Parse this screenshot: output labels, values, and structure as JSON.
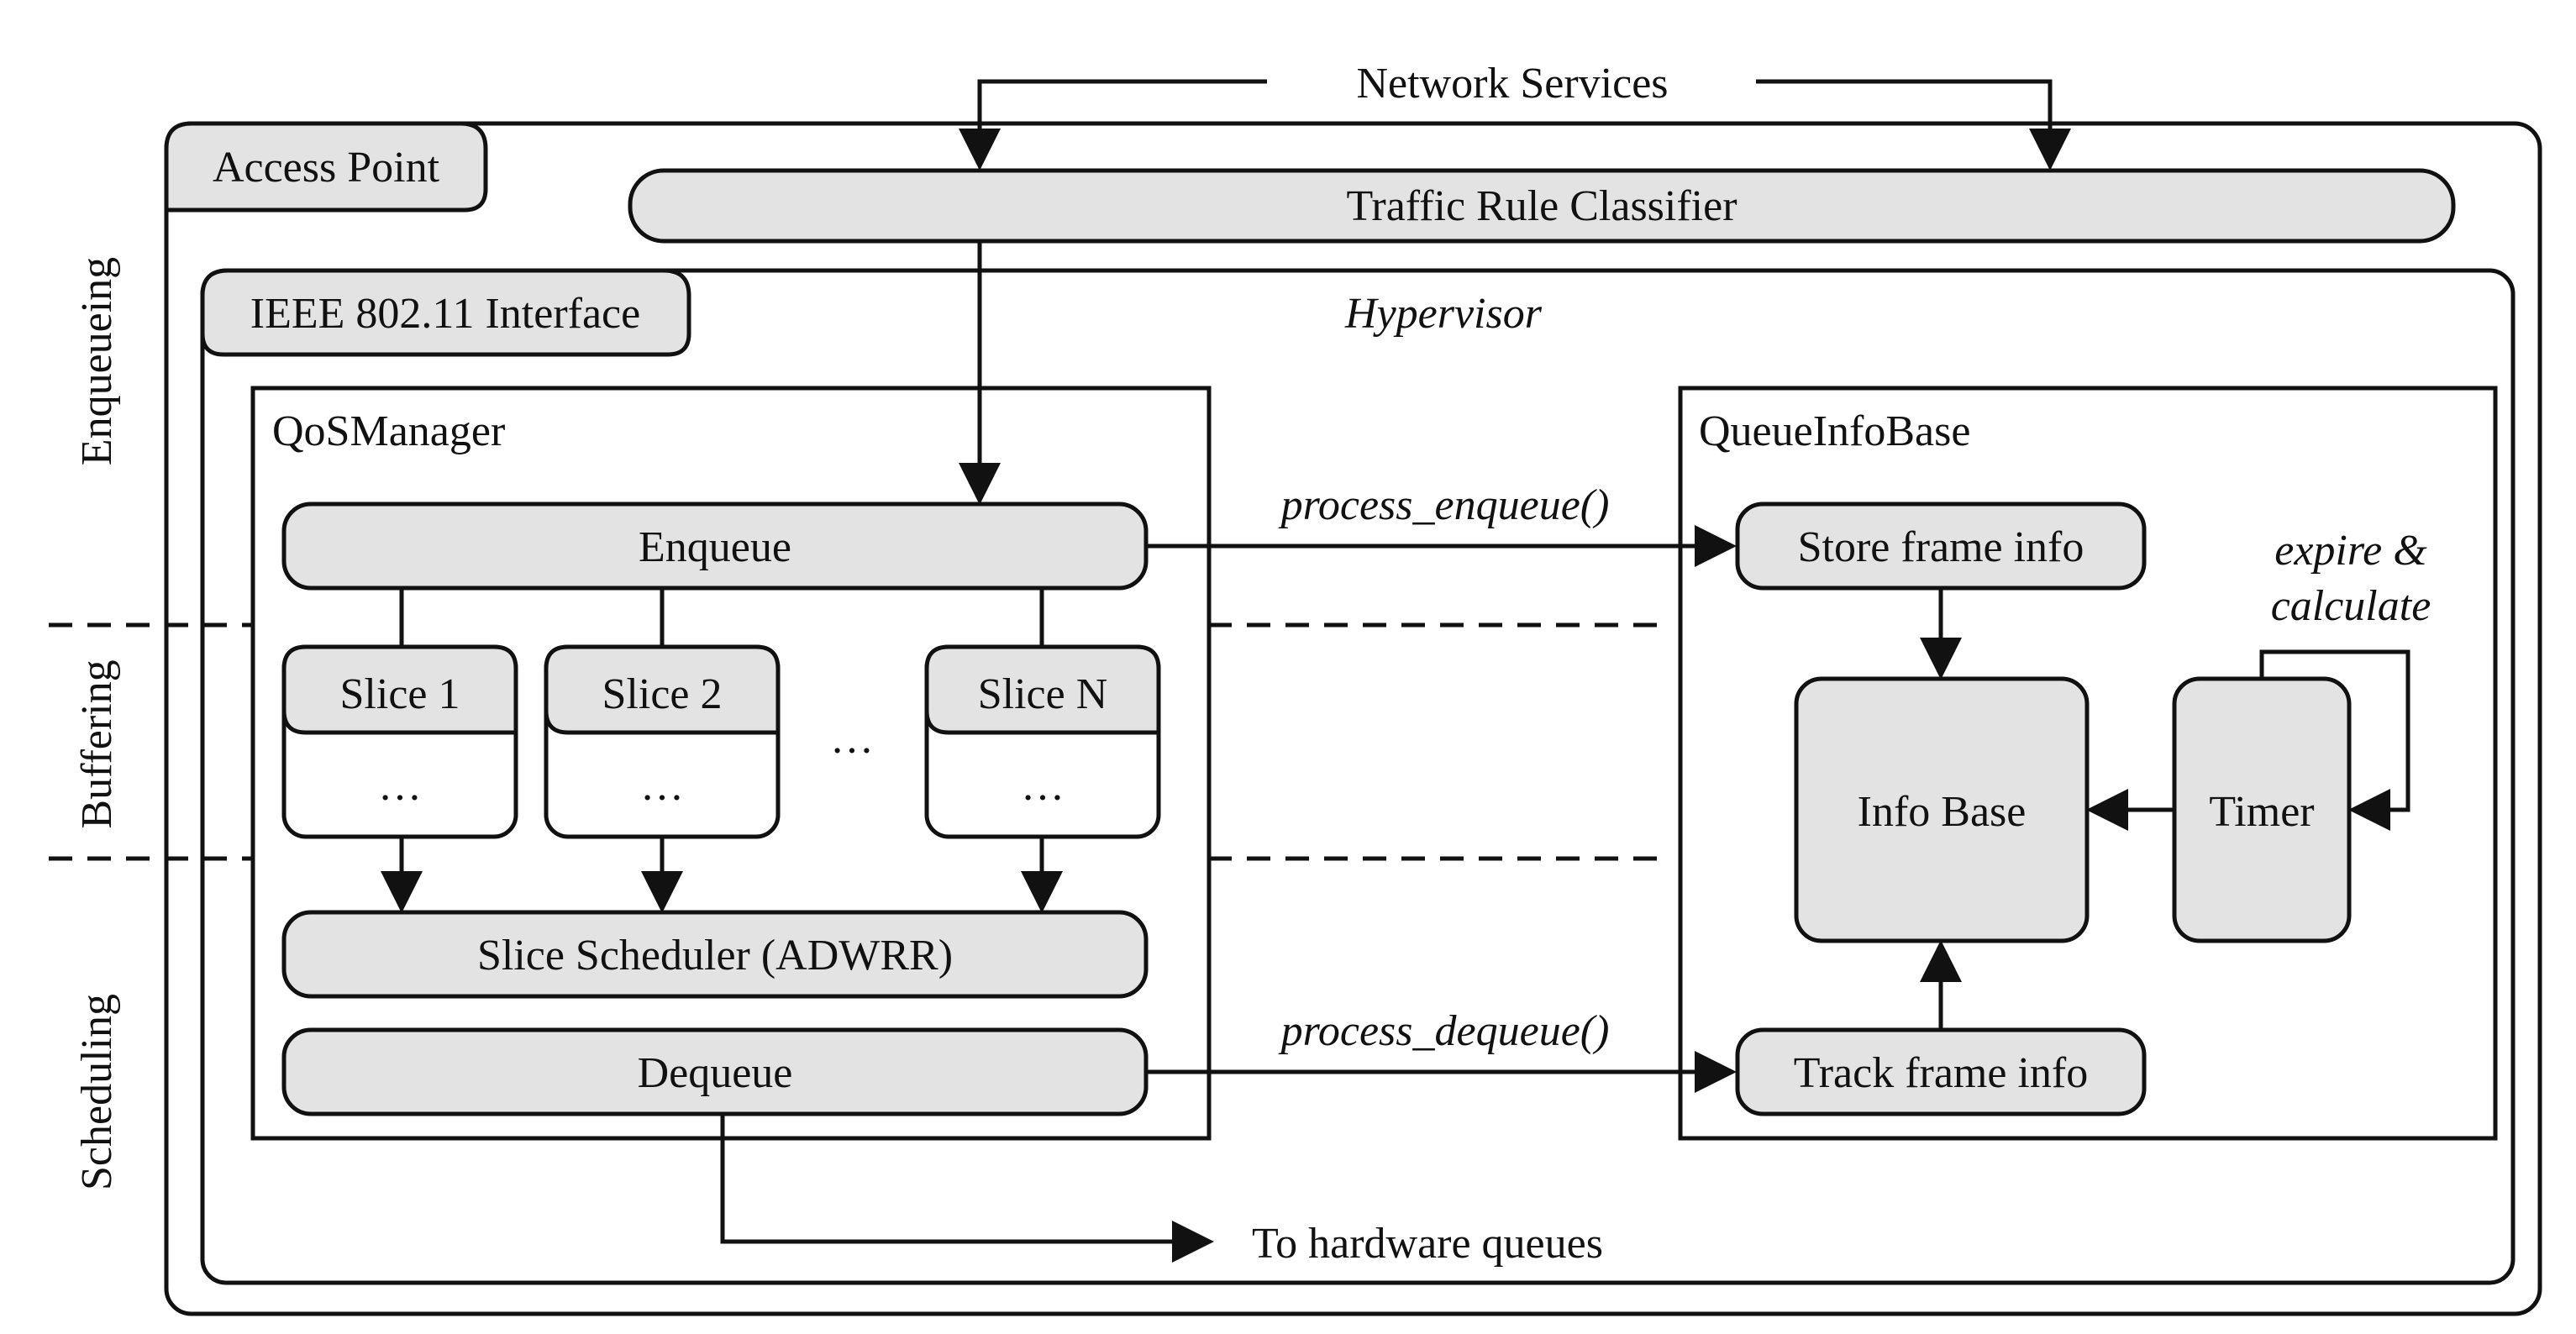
{
  "phases": {
    "enqueueing": "Enqueueing",
    "buffering": "Buffering",
    "scheduling": "Scheduling"
  },
  "network_services": "Network Services",
  "access_point": "Access Point",
  "traffic_rule_classifier": "Traffic Rule Classifier",
  "ieee_interface": "IEEE 802.11 Interface",
  "hypervisor": "Hypervisor",
  "qos_manager": {
    "title": "QoSManager",
    "enqueue": "Enqueue",
    "slices": [
      "Slice 1",
      "Slice 2",
      "Slice N"
    ],
    "slice_contents": [
      "…",
      "…",
      "…"
    ],
    "between_slices": "…",
    "scheduler": "Slice Scheduler (ADWRR)",
    "dequeue": "Dequeue"
  },
  "queue_info_base": {
    "title": "QueueInfoBase",
    "store": "Store frame info",
    "info_base": "Info Base",
    "timer": "Timer",
    "track": "Track frame info",
    "expire_line1": "expire &",
    "expire_line2": "calculate"
  },
  "calls": {
    "enqueue": "process_enqueue()",
    "dequeue": "process_dequeue()"
  },
  "output": "To hardware queues"
}
